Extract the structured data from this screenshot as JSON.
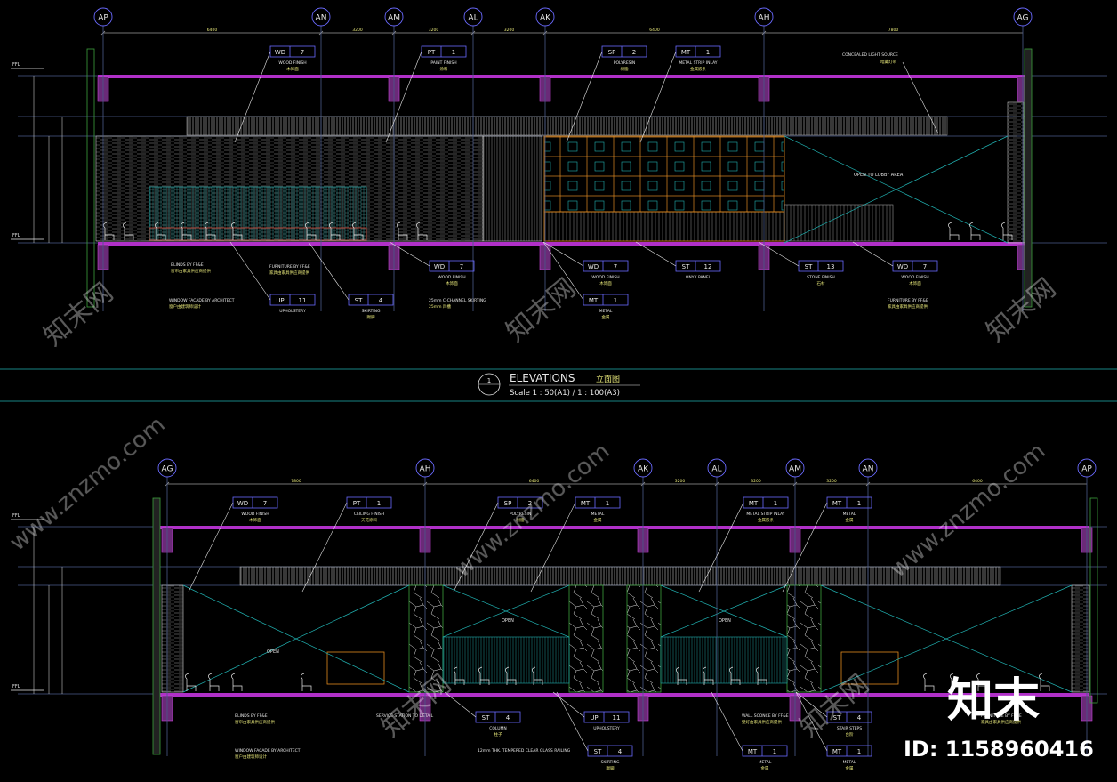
{
  "colors": {
    "background": "#000000",
    "gridline": "#4a5a8a",
    "slab": "#b030c8",
    "slabCore": "#cc44dd",
    "green": "#3ea03e",
    "yellowText": "#e8e87a",
    "whiteText": "#e8e8e8",
    "tag": "#6a6aff",
    "cyan": "#20b0b0",
    "orange": "#e08a20",
    "gray": "#9a9a9a",
    "red": "#c83a2a"
  },
  "title_block": {
    "number": "1",
    "title": "ELEVATIONS",
    "title_cn": "立面图",
    "scale": "Scale 1 : 50(A1) / 1 : 100(A3)"
  },
  "watermark": {
    "logo": "知末",
    "id": "ID: 1158960416",
    "text_cn": "知末网",
    "url": "www.znzmo.com"
  },
  "top_elevation": {
    "gridlines": [
      "AP",
      "AN",
      "AM",
      "AL",
      "AK",
      "AH",
      "AG"
    ],
    "dims": [
      "6400",
      "3200",
      "3200",
      "3200",
      "6400",
      "7800"
    ],
    "level_labels": [
      "FFL",
      "FFL"
    ],
    "callouts_above": [
      {
        "code": "WD",
        "num": "7",
        "label": "WOOD FINISH",
        "cn": "木饰面"
      },
      {
        "code": "PT",
        "num": "1",
        "label": "PAINT FINISH",
        "cn": "涂料"
      },
      {
        "code": "SP",
        "num": "2",
        "label": "POLYRESIN",
        "cn": "树脂"
      },
      {
        "code": "MT",
        "num": "1",
        "label": "METAL STRIP INLAY",
        "cn": "金属嵌条"
      },
      {
        "code": "",
        "num": "",
        "label": "CONCEALED LIGHT SOURCE",
        "cn": "暗藏灯带"
      }
    ],
    "callouts_below": [
      {
        "code": "UP",
        "num": "11",
        "label": "UPHOLSTERY",
        "cn": ""
      },
      {
        "code": "ST",
        "num": "4",
        "label": "SKIRTING",
        "cn": "踢脚"
      },
      {
        "code": "WD",
        "num": "7",
        "label": "WOOD FINISH",
        "cn": "木饰面"
      },
      {
        "code": "WD",
        "num": "7",
        "label": "WOOD FINISH",
        "cn": "木饰面"
      },
      {
        "code": "MT",
        "num": "1",
        "label": "METAL",
        "cn": "金属"
      },
      {
        "code": "ST",
        "num": "12",
        "label": "ONYX PANEL",
        "cn": ""
      },
      {
        "code": "ST",
        "num": "13",
        "label": "STONE FINISH",
        "cn": "石材"
      },
      {
        "code": "WD",
        "num": "7",
        "label": "WOOD FINISH",
        "cn": "木饰面"
      }
    ],
    "notes": [
      {
        "text": "BLINDS BY FF&E",
        "cn": "窗帘由家具供应商提供"
      },
      {
        "text": "WINDOW FACADE BY ARCHITECT",
        "cn": "窗户由建筑师设计"
      },
      {
        "text": "FURNITURE BY FF&E",
        "cn": "家具由家具供应商提供"
      },
      {
        "text": "25mm C-CHANNEL SKIRTING",
        "cn": "25mm 凹槽"
      },
      {
        "text": "FURNITURE BY FF&E",
        "cn": "家具由家具供应商提供"
      },
      {
        "text": "OPEN TO LOBBY AREA",
        "cn": "通往大堂"
      }
    ]
  },
  "bottom_elevation": {
    "gridlines": [
      "AG",
      "AH",
      "AK",
      "AL",
      "AM",
      "AN",
      "AP"
    ],
    "dims": [
      "7800",
      "6400",
      "3200",
      "3200",
      "3200",
      "6400"
    ],
    "level_labels": [
      "FFL",
      "FFL"
    ],
    "callouts_above": [
      {
        "code": "WD",
        "num": "7",
        "label": "WOOD FINISH",
        "cn": "木饰面"
      },
      {
        "code": "PT",
        "num": "1",
        "label": "CEILING FINISH",
        "cn": "天花涂料"
      },
      {
        "code": "SP",
        "num": "2",
        "label": "POLYRESIN",
        "cn": "树脂"
      },
      {
        "code": "MT",
        "num": "1",
        "label": "METAL",
        "cn": "金属"
      },
      {
        "code": "MT",
        "num": "1",
        "label": "METAL STRIP INLAY",
        "cn": "金属嵌条"
      },
      {
        "code": "MT",
        "num": "1",
        "label": "METAL",
        "cn": "金属"
      }
    ],
    "callouts_below": [
      {
        "code": "ST",
        "num": "4",
        "label": "COLUMN",
        "cn": "柱子"
      },
      {
        "code": "UP",
        "num": "11",
        "label": "UPHOLSTERY",
        "cn": ""
      },
      {
        "code": "ST",
        "num": "4",
        "label": "SKIRTING",
        "cn": "踢脚"
      },
      {
        "code": "MT",
        "num": "1",
        "label": "METAL",
        "cn": "金属"
      },
      {
        "code": "ST",
        "num": "4",
        "label": "STAIR STEPS",
        "cn": "台阶"
      },
      {
        "code": "MT",
        "num": "1",
        "label": "METAL",
        "cn": "金属"
      }
    ],
    "notes": [
      {
        "text": "BLINDS BY FF&E",
        "cn": "窗帘由家具供应商提供"
      },
      {
        "text": "WINDOW FACADE BY ARCHITECT",
        "cn": "窗户由建筑师设计"
      },
      {
        "text": "SERVICE STATION TO DETAIL",
        "cn": ""
      },
      {
        "text": "12mm THK. TEMPERED CLEAR GLASS RAILING",
        "cn": ""
      },
      {
        "text": "WALL SCONCE BY FF&E",
        "cn": "壁灯由家具供应商提供"
      },
      {
        "text": "FURNITURE BY FF&E",
        "cn": "家具由家具供应商提供"
      }
    ],
    "open_labels": [
      "OPEN",
      "OPEN",
      "OPEN"
    ]
  }
}
